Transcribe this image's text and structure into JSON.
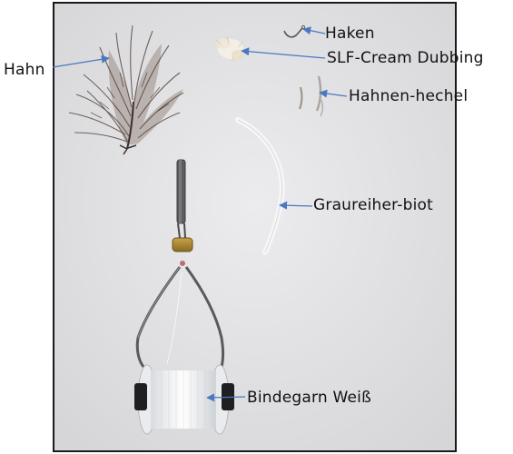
{
  "figure": {
    "labels": {
      "hahn": "Hahn",
      "haken": "Haken",
      "dubbing": "SLF-Cream Dubbing",
      "hechel": "Hahnen-hechel",
      "biot": "Graureiher-biot",
      "bindegarn": "Bindegarn Weiß"
    },
    "colors": {
      "arrow": "#4a78c0",
      "background": "#e3e3e5",
      "frame": "#1a1a1a",
      "label_text": "#111111"
    },
    "items": [
      "feather-icon",
      "hook-icon",
      "dubbing-tuft",
      "hackle-feathers",
      "biot-quill",
      "bobbin-holder-icon",
      "thread-spool-icon"
    ]
  }
}
